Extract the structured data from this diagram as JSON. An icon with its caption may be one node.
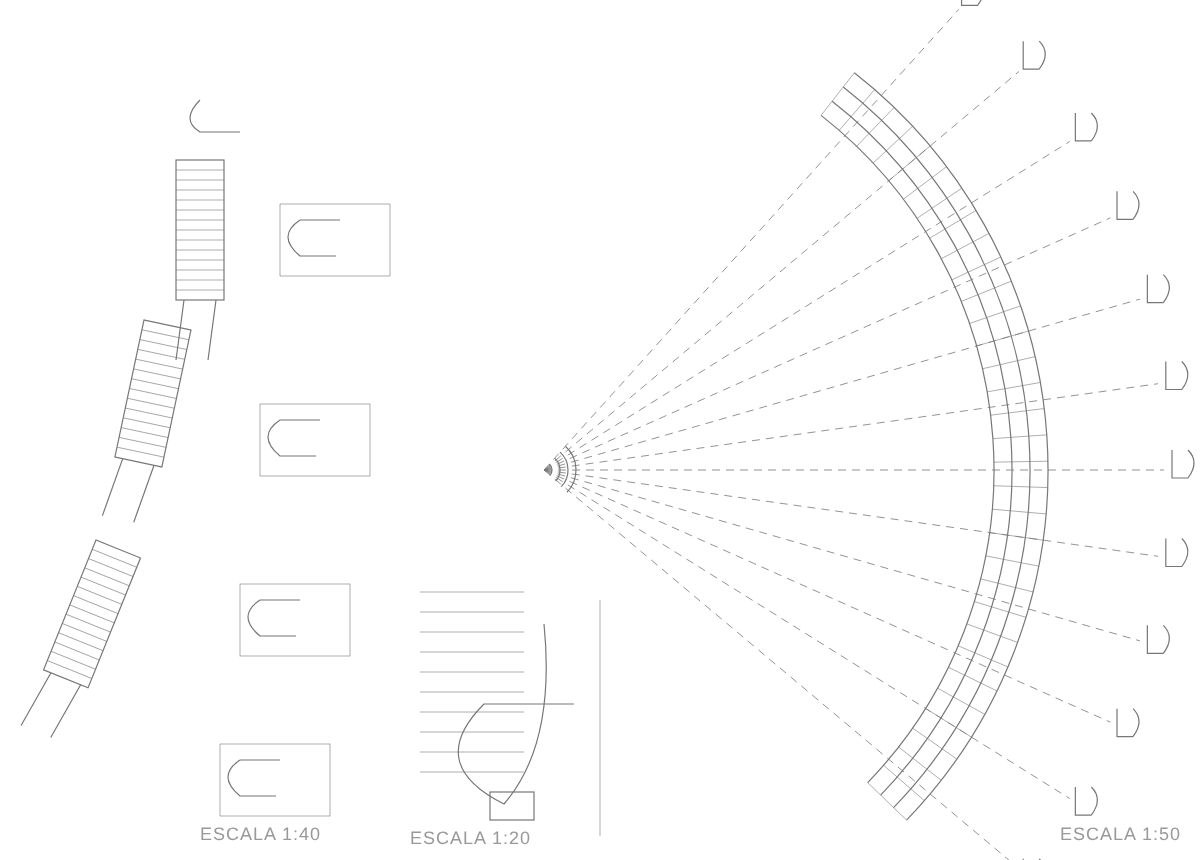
{
  "diagram": {
    "labels": [
      "ESCALA 1:40",
      "ESCALA 1:20",
      "ESCALA 1:50"
    ]
  }
}
